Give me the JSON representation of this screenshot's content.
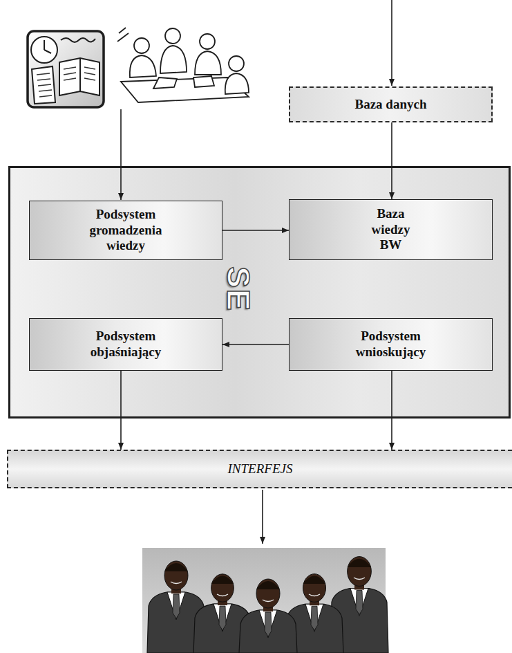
{
  "diagram": {
    "nodes": [
      {
        "text": [
          "Baza danych"
        ]
      },
      {
        "text": [
          "SE"
        ]
      },
      {
        "text": [
          "Podsystem gromadzenia wiedzy"
        ],
        "in": 1
      },
      {
        "text": [
          "Baza wiedzy BW"
        ],
        "in": 1
      },
      {
        "text": [
          "Podsystem objaśniający"
        ],
        "in": 1
      },
      {
        "text": [
          "Podsystem wnioskujący"
        ],
        "in": 1
      },
      {
        "text": [
          "INTERFEJS"
        ]
      }
    ],
    "edges": [
      {
        "from": 0,
        "to": 3,
        "arrow": "to"
      },
      {
        "from": 2,
        "to": 3,
        "arrow": "to"
      },
      {
        "from": 5,
        "to": 4,
        "arrow": "to"
      },
      {
        "from": 4,
        "to": 6,
        "arrow": "to"
      },
      {
        "from": 5,
        "to": 6,
        "arrow": "to"
      }
    ]
  }
}
